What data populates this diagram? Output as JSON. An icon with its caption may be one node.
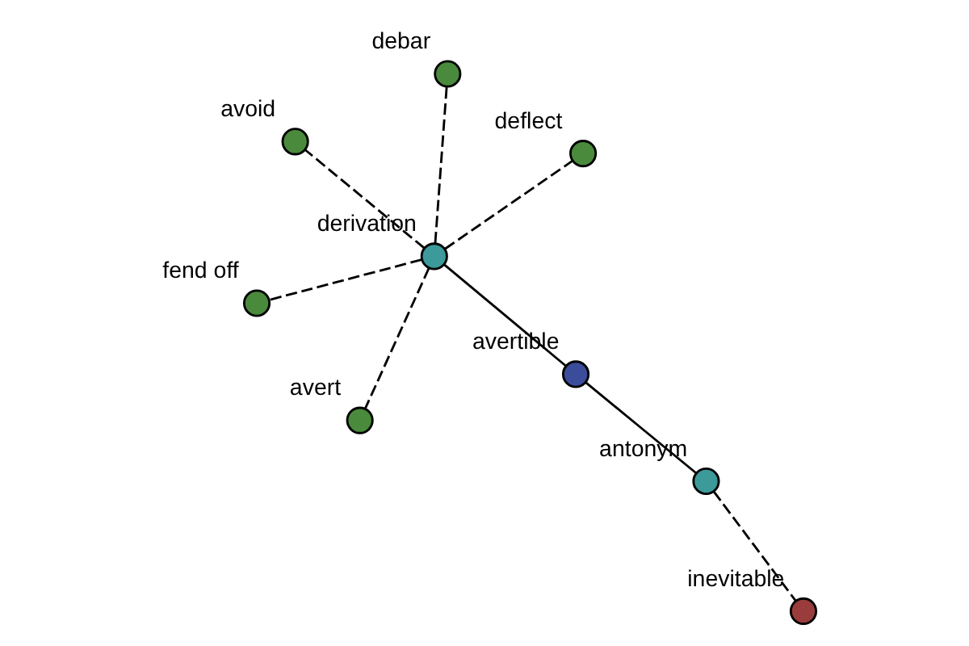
{
  "diagram": {
    "nodes": [
      {
        "text": [
          "avoid"
        ]
      },
      {
        "text": [
          "debar"
        ]
      },
      {
        "text": [
          "avert"
        ]
      },
      {
        "text": [
          "derivation"
        ]
      },
      {
        "text": [
          "avertible"
        ]
      },
      {
        "text": [
          "deflect"
        ]
      },
      {
        "text": [
          "fend off"
        ]
      },
      {
        "text": [
          "antonym"
        ]
      },
      {
        "text": [
          "inevitable"
        ]
      }
    ],
    "edges": [
      {
        "from": 3,
        "to": 0,
        "arrow": "none",
        "style": "dashed"
      },
      {
        "from": 3,
        "to": 1,
        "arrow": "none",
        "style": "dashed"
      },
      {
        "from": 3,
        "to": 2,
        "arrow": "none",
        "style": "dashed"
      },
      {
        "from": 3,
        "to": 5,
        "arrow": "none",
        "style": "dashed"
      },
      {
        "from": 3,
        "to": 6,
        "arrow": "none",
        "style": "dashed"
      },
      {
        "from": 3,
        "to": 4,
        "arrow": "none"
      },
      {
        "from": 4,
        "to": 7,
        "arrow": "none"
      },
      {
        "from": 7,
        "to": 8,
        "arrow": "none",
        "style": "dashed"
      }
    ]
  }
}
